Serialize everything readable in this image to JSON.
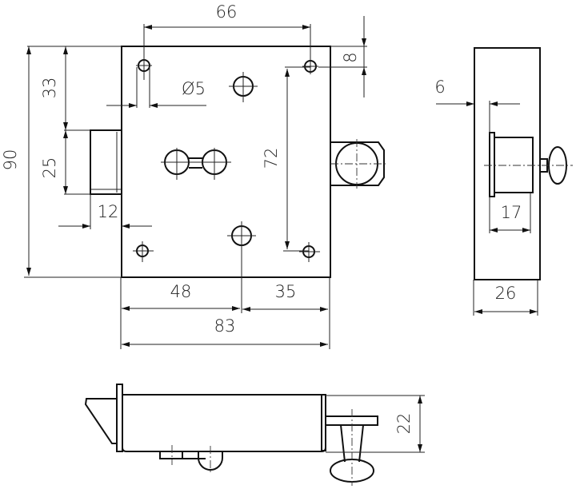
{
  "drawing": {
    "front_view": {
      "dimensions": {
        "hole_spacing_horizontal": "66",
        "top_hole_offset": "8",
        "total_height": "90",
        "top_to_bolt": "33",
        "bolt_height": "25",
        "bolt_projection": "12",
        "hole_diameter": "Ø5",
        "hole_spacing_vertical": "72",
        "left_to_center": "48",
        "center_to_right": "35",
        "total_width": "83"
      }
    },
    "side_view": {
      "dimensions": {
        "cylinder_offset": "6",
        "cylinder_length": "17",
        "depth": "26"
      }
    },
    "bottom_view": {
      "dimensions": {
        "body_height": "22"
      }
    }
  }
}
